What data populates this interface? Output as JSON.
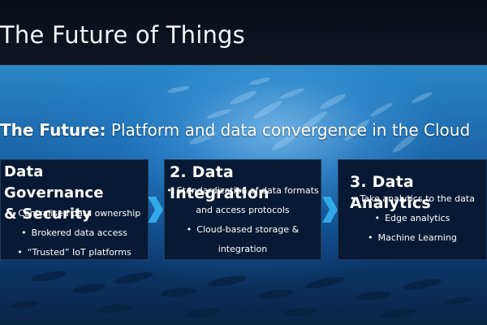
{
  "slide": {
    "title": "The Future of Things",
    "subtitle_strong": "The Future:",
    "subtitle_rest": "Platform and data convergence in the Cloud"
  },
  "cards": [
    {
      "heading_line1": "Data Governance",
      "heading_line2": "& Security",
      "items": [
        "Centralised data ownership",
        "Brokered data access",
        "“Trusted” IoT platforms"
      ]
    },
    {
      "heading": "2. Data Integration",
      "items": [
        "Standardization of data formats",
        "and access protocols",
        "Cloud-based storage &",
        "integration"
      ]
    },
    {
      "heading": "3. Data Analytics",
      "items": [
        "Take analytics to the data",
        "Edge analytics",
        "Machine Learning"
      ]
    }
  ],
  "icons": [
    "chevron-right-icon",
    "chevron-right-icon"
  ],
  "colors": {
    "title_band": "#0a0f19",
    "ocean_light": "#2a86c6",
    "ocean_dark": "#0a2446",
    "card_bg": "#081a33",
    "chevron": "#33a9e8",
    "text": "#ffffff"
  }
}
